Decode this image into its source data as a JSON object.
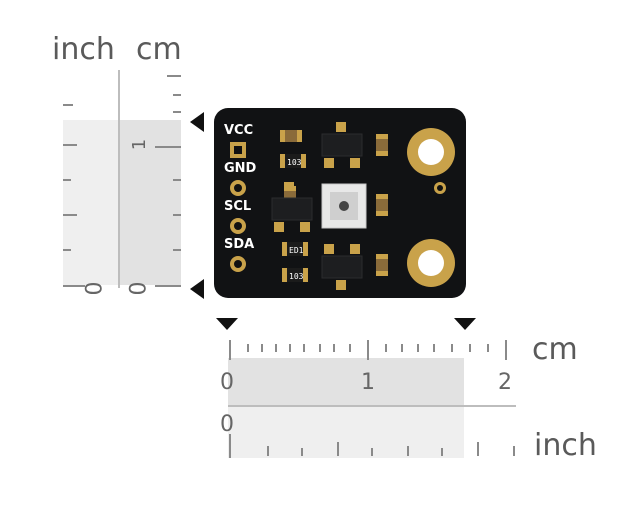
{
  "vertical_ruler": {
    "unit_left": "inch",
    "unit_right": "cm",
    "zero_left": "0",
    "zero_right": "0",
    "tick_one_cm": "1"
  },
  "horizontal_ruler": {
    "unit_top": "cm",
    "unit_bottom": "inch",
    "cm_labels": [
      "0",
      "1",
      "2"
    ],
    "inch_zero": "0"
  },
  "board": {
    "pin_labels": [
      "VCC",
      "GND",
      "SCL",
      "SDA"
    ],
    "silkscreen": [
      "103",
      "103",
      "ED1"
    ]
  },
  "colors": {
    "pcb": "#111214",
    "gold": "#c9a24a",
    "ruler_shade": "#e2e2e2",
    "ruler_shade_light": "#efefef",
    "tick": "#8a8a8a"
  }
}
